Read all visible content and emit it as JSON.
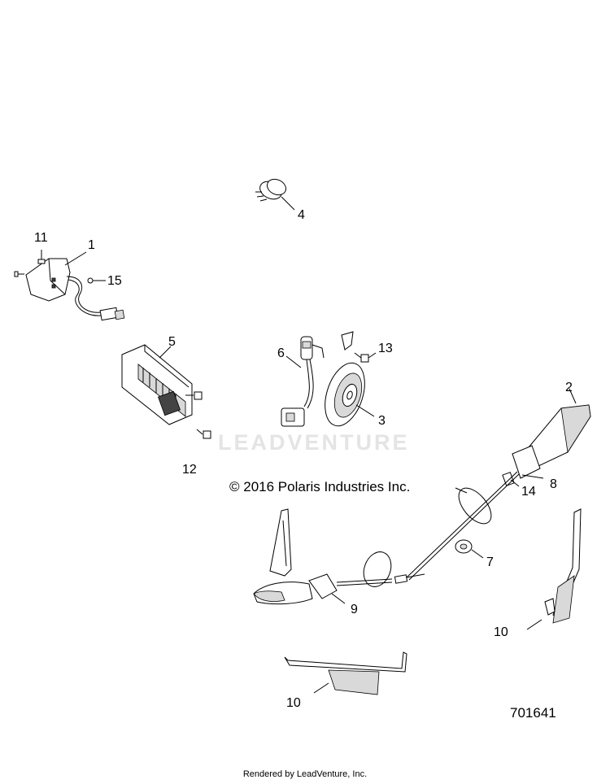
{
  "callouts": {
    "c1": "1",
    "c2": "2",
    "c3": "3",
    "c4": "4",
    "c5": "5",
    "c6": "6",
    "c7": "7",
    "c8": "8",
    "c9": "9",
    "c10a": "10",
    "c10b": "10",
    "c11": "11",
    "c12": "12",
    "c13": "13",
    "c14": "14",
    "c15": "15"
  },
  "watermark": "LEADVENTURE",
  "copyright": "© 2016 Polaris Industries Inc.",
  "figure_number": "701641",
  "footer": "Rendered by LeadVenture, Inc."
}
